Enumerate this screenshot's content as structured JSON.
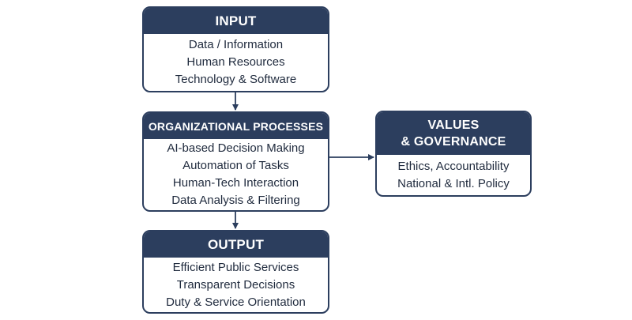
{
  "input": {
    "title": "INPUT",
    "items": [
      "Data / Information",
      "Human Resources",
      "Technology & Software"
    ]
  },
  "processes": {
    "title": "ORGANIZATIONAL PROCESSES",
    "items": [
      "AI-based Decision Making",
      "Automation of Tasks",
      "Human-Tech Interaction",
      "Data Analysis & Filtering"
    ]
  },
  "output": {
    "title": "OUTPUT",
    "items": [
      "Efficient Public Services",
      "Transparent Decisions",
      "Duty & Service Orientation"
    ]
  },
  "values": {
    "title_lines": [
      "VALUES",
      "& GOVERNANCE"
    ],
    "items": [
      "Ethics, Accountability",
      "National & Intl. Policy"
    ]
  },
  "colors": {
    "box_header": "#2c3e5e",
    "arrow": "#2c3e5e",
    "body_text": "#1f2a3d"
  }
}
